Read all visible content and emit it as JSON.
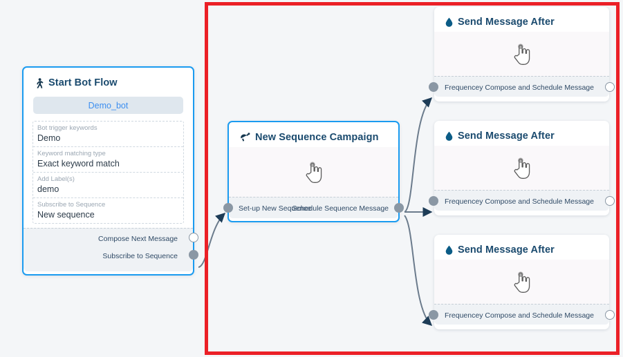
{
  "canvas": {
    "background_color": "#f4f6f8",
    "highlight_color": "#eb2027"
  },
  "nodes": [
    {
      "id": "start-bot-flow",
      "title": "Start Bot Flow",
      "icon": "running-person-icon",
      "chip": "Demo_bot",
      "fields": [
        {
          "label": "Bot trigger keywords",
          "value": "Demo"
        },
        {
          "label": "Keyword matching type",
          "value": "Exact keyword match"
        },
        {
          "label": "Add Label(s)",
          "value": "demo"
        },
        {
          "label": "Subscribe to Sequence",
          "value": "New sequence"
        }
      ],
      "ports": [
        {
          "label": "Compose Next Message",
          "style": "hollow"
        },
        {
          "label": "Subscribe to Sequence",
          "style": "filled"
        }
      ]
    },
    {
      "id": "new-sequence-campaign",
      "title": "New Sequence Campaign",
      "icon": "megaphone-icon",
      "body_icon": "hand-pointer-icon",
      "ports": [
        {
          "label": "Set-up New Sequence",
          "style": "filled"
        },
        {
          "label": "Schedule Sequence Message",
          "style": "filled"
        }
      ]
    },
    {
      "id": "send-message-after-1",
      "title": "Send Message After",
      "icon": "droplet-icon",
      "body_icon": "hand-pointer-icon",
      "ports": [
        {
          "label": "Frequencey",
          "style": "filled"
        },
        {
          "label": "Compose and Schedule Message",
          "style": "hollow"
        }
      ]
    },
    {
      "id": "send-message-after-2",
      "title": "Send Message After",
      "icon": "droplet-icon",
      "body_icon": "hand-pointer-icon",
      "ports": [
        {
          "label": "Frequencey",
          "style": "filled"
        },
        {
          "label": "Compose and Schedule Message",
          "style": "hollow"
        }
      ]
    },
    {
      "id": "send-message-after-3",
      "title": "Send Message After",
      "icon": "droplet-icon",
      "body_icon": "hand-pointer-icon",
      "ports": [
        {
          "label": "Frequencey",
          "style": "filled"
        },
        {
          "label": "Compose and Schedule Message",
          "style": "hollow"
        }
      ]
    }
  ]
}
